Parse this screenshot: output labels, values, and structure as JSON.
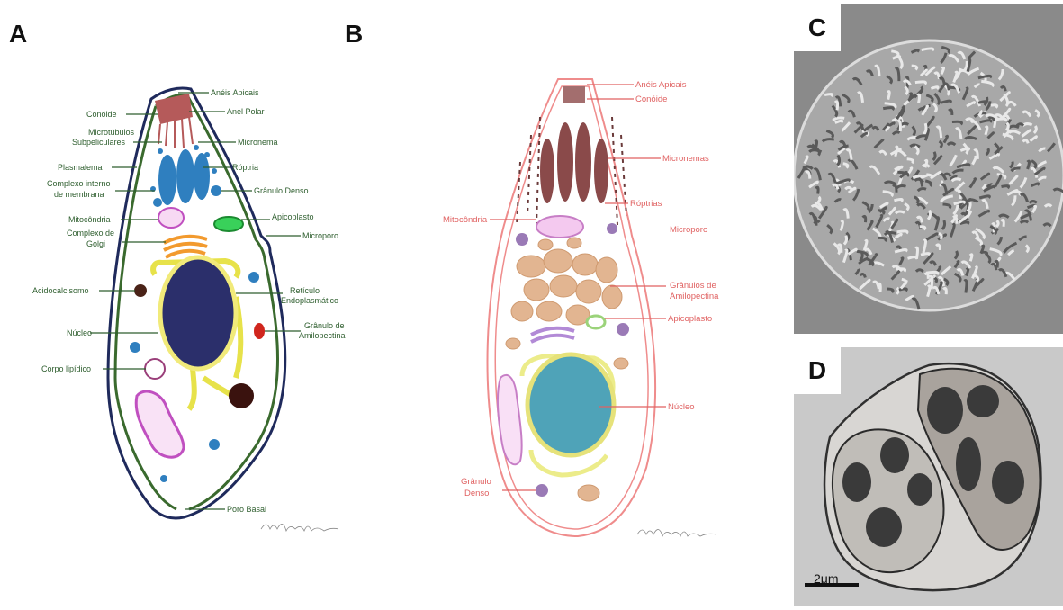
{
  "panels": {
    "a": {
      "letter": "A",
      "labels": {
        "aneis_apicais": "Anéis Apicais",
        "conoide": "Conóide",
        "anel_polar": "Anel Polar",
        "microtubulos_1": "Microtúbulos",
        "microtubulos_2": "Subpeliculares",
        "micronema": "Micronema",
        "plasmalema": "Plasmalema",
        "roptria": "Róptria",
        "complexo_interno_1": "Complexo interno",
        "complexo_interno_2": "de membrana",
        "granulo_denso": "Grânulo Denso",
        "mitocondria": "Mitocôndria",
        "apicoplasto": "Apicoplasto",
        "golgi_1": "Complexo de",
        "golgi_2": "Golgi",
        "microporo": "Microporo",
        "acidocalcisomo": "Acidocalcisomo",
        "reticulo_1": "Retículo",
        "reticulo_2": "Endoplasmático",
        "nucleo": "Núcleo",
        "amilopectina_1": "Grânulo de",
        "amilopectina_2": "Amilopectina",
        "corpo_lipidico": "Corpo lipídico",
        "poro_basal": "Poro Basal"
      }
    },
    "b": {
      "letter": "B",
      "labels": {
        "aneis_apicais": "Anéis Apicais",
        "conoide": "Conóide",
        "micronemas": "Micronemas",
        "roptrias": "Róptrias",
        "mitocondria": "Mitocôndria",
        "microporo": "Microporo",
        "amilopectina_1": "Grânulos de",
        "amilopectina_2": "Amilopectina",
        "apicoplasto": "Apicoplasto",
        "nucleo": "Núcleo",
        "granulo_denso_1": "Grânulo",
        "granulo_denso_2": "Denso"
      }
    },
    "c": {
      "letter": "C"
    },
    "d": {
      "letter": "D",
      "scale_bar": "2μm"
    }
  },
  "signature": "Érica Martins Duarte",
  "colors": {
    "label_a": "#2e5e2e",
    "label_b": "#e06262",
    "nucleus_a": "#2b2f6b",
    "rhoptry_a": "#2f7fbf",
    "nucleus_b": "#4fa3b8",
    "amylopectin_b": "#d9a77a"
  }
}
